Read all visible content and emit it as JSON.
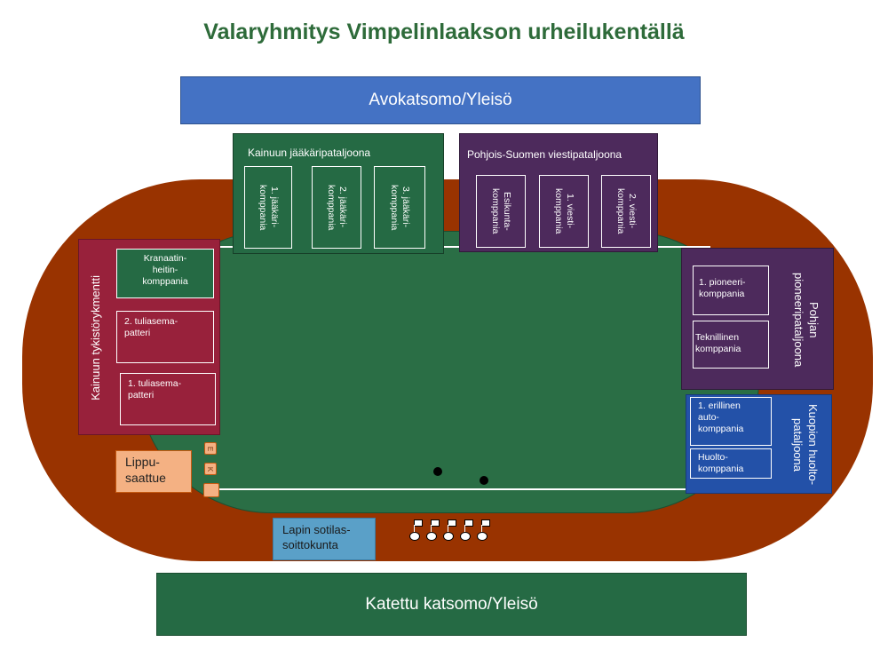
{
  "title": "Valaryhmitys Vimpelinlaakson urheilukentällä",
  "top_stand": "Avokatsomo/Yleisö",
  "bottom_stand": "Katettu katsomo/Yleisö",
  "jaakari": {
    "title": "Kainuun jääkäripataljoona",
    "units": [
      "1. jääkäri-\nkomppania",
      "2. jääkäri-\nkomppania",
      "3. jääkäri-\nkomppania"
    ]
  },
  "viesti": {
    "title": "Pohjois-Suomen viestipataljoona",
    "units": [
      "Esikunta-\nkomppania",
      "1. viesti-\nkomppania",
      "2. viesti-\nkomppania"
    ]
  },
  "tykisto": {
    "title": "Kainuun tykistörykmentti",
    "units": [
      "Kranaatin-\nheitin-\nkomppania",
      "2. tuliasema-\npatteri",
      "1. tuliasema-\npatteri"
    ]
  },
  "pioneeri": {
    "title": "Pohjan\npioneeripataljoona",
    "units": [
      "1. pioneeri-\nkomppania",
      "Teknillinen\nkomppania"
    ]
  },
  "huolto": {
    "title": "Kuopion huolto-\npataljoona",
    "units": [
      "1. erillinen\nauto-\nkomppania",
      "Huolto-\nkomppania"
    ]
  },
  "flag_escort": "Lippu-\nsaattue",
  "flag_small_labels": [
    "E",
    "K",
    ""
  ],
  "band": "Lapin sotilas-\nsoittokunta",
  "colors": {
    "track": "#993300",
    "field": "#2a6e45",
    "top_stand": "#4472c4",
    "bottom_stand": "#256a44",
    "jaakari": "#256a44",
    "viesti": "#4d2a5c",
    "tykisto": "#98213b",
    "pioneeri": "#4d2a5c",
    "huolto": "#2351a8",
    "flag_escort": "#f4b183",
    "band": "#5aa0c8"
  }
}
